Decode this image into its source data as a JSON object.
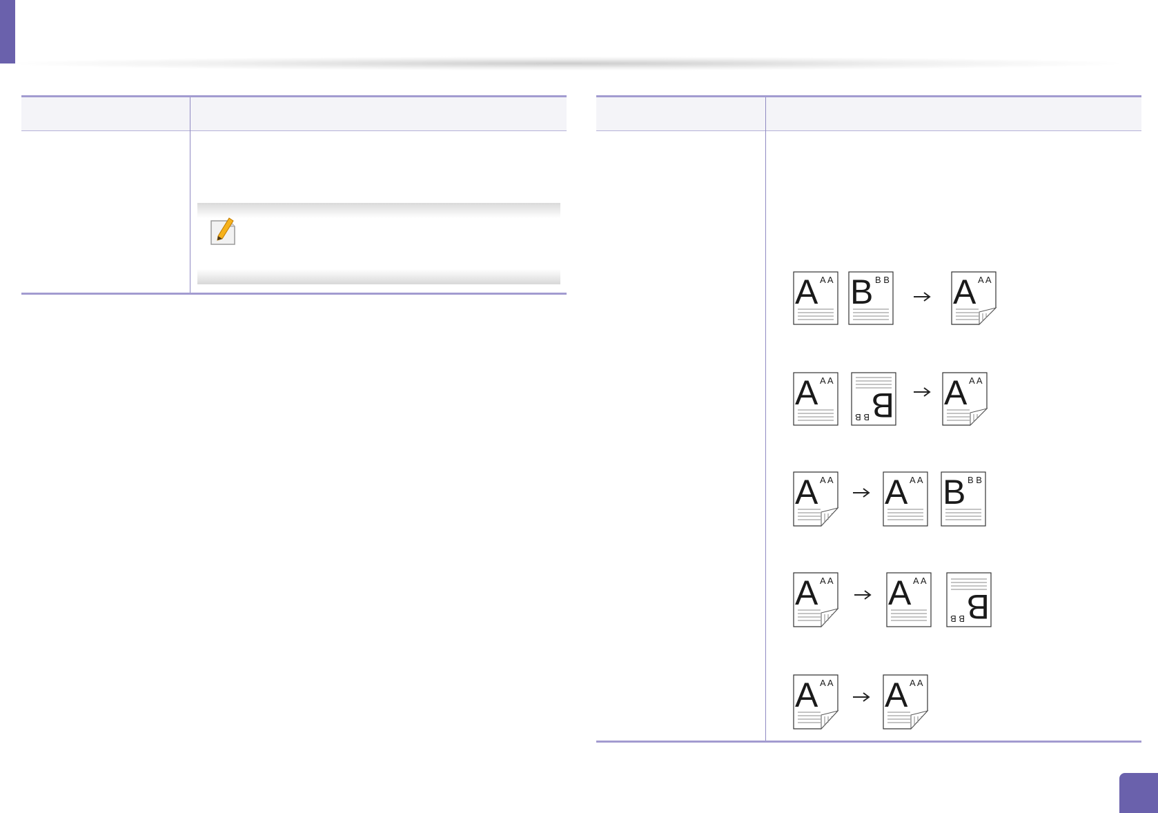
{
  "page": {
    "number": ""
  },
  "left_table": {
    "headers": [
      "",
      ""
    ],
    "row": {
      "option": "",
      "description": ""
    },
    "note": {
      "icon": "note-pencil-icon",
      "text": ""
    }
  },
  "right_table": {
    "headers": [
      "",
      ""
    ],
    "row": {
      "option": "",
      "description": ""
    }
  },
  "diagrams": [
    {
      "name": "diagram-1-sided-to-2-sided-long-edge",
      "source": [
        "A",
        "B"
      ],
      "result": [
        "A"
      ]
    },
    {
      "name": "diagram-1-sided-to-2-sided-short-edge",
      "source": [
        "A",
        "B-rotated"
      ],
      "result": [
        "A"
      ]
    },
    {
      "name": "diagram-2-sided-to-1-sided-long-edge",
      "source": [
        "A"
      ],
      "result": [
        "A",
        "B"
      ]
    },
    {
      "name": "diagram-2-sided-to-1-sided-short-edge",
      "source": [
        "A"
      ],
      "result": [
        "A",
        "B-rotated"
      ]
    },
    {
      "name": "diagram-2-sided-to-2-sided",
      "source": [
        "A"
      ],
      "result": [
        "A"
      ]
    }
  ],
  "glyphs": {
    "a_big": "A",
    "a_small": "A A",
    "b_big": "B",
    "b_small": "B B"
  },
  "colors": {
    "accent": "#6a61ac",
    "table_border": "#a29bd0",
    "header_fill": "#f4f4f8"
  }
}
